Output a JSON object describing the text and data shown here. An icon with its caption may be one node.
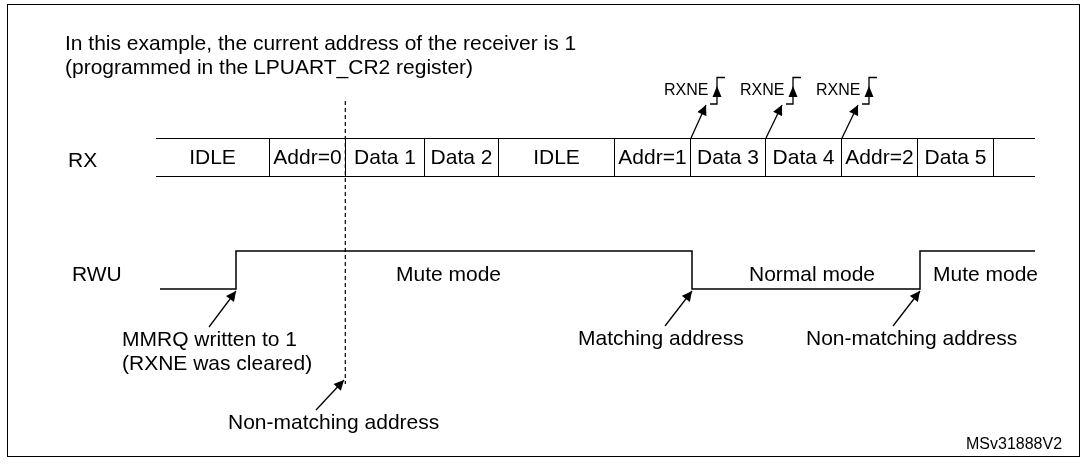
{
  "diagram": {
    "nodes": [
      {
        "text": [
          "RXNE"
        ]
      },
      {
        "text": [
          "RXNE"
        ]
      },
      {
        "text": [
          "RXNE"
        ]
      },
      {
        "text": [
          "IDLE"
        ]
      },
      {
        "text": [
          "Addr=0"
        ]
      },
      {
        "text": [
          "Data 1"
        ]
      },
      {
        "text": [
          "Data 2"
        ]
      },
      {
        "text": [
          "IDLE"
        ]
      },
      {
        "text": [
          "Addr=1"
        ]
      },
      {
        "text": [
          "Data 3"
        ]
      },
      {
        "text": [
          "Data 4"
        ]
      },
      {
        "text": [
          "Addr=2"
        ]
      },
      {
        "text": [
          "Data 5"
        ]
      },
      {
        "text": [],
        "shape": "box"
      },
      {
        "text": [],
        "shape": "line"
      },
      {
        "text": [
          "MMRQ written to 1 (RXNE was cleared)"
        ]
      },
      {
        "text": [
          "Matching address"
        ]
      },
      {
        "text": [
          "Non-matching address"
        ]
      },
      {
        "text": [
          "Non-matching address"
        ]
      }
    ],
    "edges": [
      {
        "from": 8,
        "to": 0,
        "arrow": "to"
      },
      {
        "from": 9,
        "to": 1,
        "arrow": "to"
      },
      {
        "from": 10,
        "to": 2,
        "arrow": "to"
      },
      {
        "from": 15,
        "to": 14,
        "arrow": "to"
      },
      {
        "from": 16,
        "to": 14,
        "arrow": "to"
      },
      {
        "from": 17,
        "to": 14,
        "arrow": "to"
      },
      {
        "from": 18,
        "to": null,
        "arrow": "to"
      }
    ],
    "labels": [
      "In this example, the current address of the receiver is 1 (programmed in the LPUART_CR2 register)",
      "RX",
      "RWU",
      "Mute mode",
      "Normal mode",
      "Mute mode",
      "MSv31888V2"
    ]
  }
}
